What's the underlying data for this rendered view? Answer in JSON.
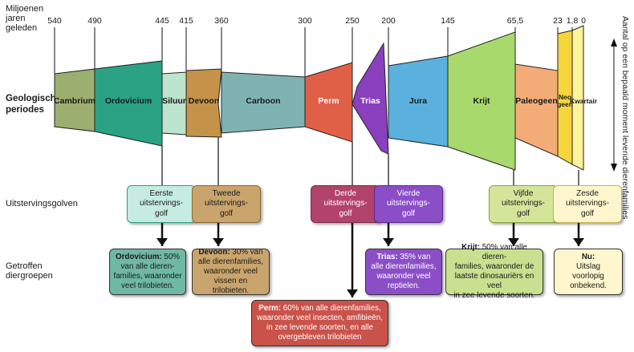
{
  "labels": {
    "time": "Miljoenen\njaren\ngeleden",
    "periods": "Geologische\nperiodes",
    "waves": "Uitstervingsgolven",
    "affected": "Getroffen\ndiergroepen",
    "side": "Aantal op een bepaald moment levende dierenfamilies"
  },
  "ticks": [
    "540",
    "490",
    "445",
    "415",
    "360",
    "300",
    "250",
    "200",
    "145",
    "65,5",
    "23",
    "1,8",
    "0"
  ],
  "periods": [
    {
      "name": "Cambrium",
      "color": "#9caf6e"
    },
    {
      "name": "Ordovicium",
      "color": "#2aa283"
    },
    {
      "name": "Siluur",
      "color": "#bde4cd"
    },
    {
      "name": "Devoon",
      "color": "#c49349"
    },
    {
      "name": "Carboon",
      "color": "#7fb3b3"
    },
    {
      "name": "Perm",
      "color": "#e06047"
    },
    {
      "name": "Trias",
      "color": "#8a3fbe"
    },
    {
      "name": "Jura",
      "color": "#5bb1de"
    },
    {
      "name": "Krijt",
      "color": "#a8d96d"
    },
    {
      "name": "Paleogeen",
      "color": "#f3ac78"
    },
    {
      "name": "Neo geen",
      "color": "#f5d63d"
    },
    {
      "name": "Kwartair",
      "color": "#fdf39c"
    }
  ],
  "waves": [
    {
      "text": "Eerste\nuitstervings-\ngolf",
      "bg": "#c6ece1",
      "border": "#2aa283"
    },
    {
      "text": "Tweede\nuitstervings-\ngolf",
      "bg": "#c9a46d",
      "border": "#8b6a33"
    },
    {
      "text": "Derde\nuitstervings-\ngolf",
      "bg": "#b2436b",
      "border": "#7a2a48",
      "color": "#ffffff"
    },
    {
      "text": "Vierde\nuitstervings-\ngolf",
      "bg": "#8b4ec7",
      "border": "#5b2a8c",
      "color": "#ffffff"
    },
    {
      "text": "Vijfde\nuitstervings-\ngolf",
      "bg": "#d4e59a",
      "border": "#86a63b"
    },
    {
      "text": "Zesde\nuitstervings-\ngolf",
      "bg": "#fff6cd",
      "border": "#c9b54a"
    }
  ],
  "affected": [
    {
      "title": "Ordovicium:",
      "text": " 50%\nvan alle dieren-\nfamilies, waaronder\nveel trilobieten.",
      "bg": "#6fb8a4"
    },
    {
      "title": "Devoon:",
      "text": " 30% van\nalle dierenfamilies,\nwaaronder veel\nvissen en trilobieten.",
      "bg": "#c9a46d"
    },
    {
      "title": "Perm:",
      "text": " 60% van alle dierenfamilies,\nwaaronder veel insecten, amfibieën,\nin zee levende soorten, en alle\novergebleven trilobieten",
      "bg": "#c9524a",
      "color": "#ffffff"
    },
    {
      "title": "Trias:",
      "text": " 35% van\nalle dierenfamilies,\nwaaronder veel\nreptielen.",
      "bg": "#8b4ec7",
      "color": "#ffffff"
    },
    {
      "title": "Krijt:",
      "text": " 50% van alle dieren-\nfamilies, waaronder de\nlaatste dinosauriërs en veel\nin zee levende soorten.",
      "bg": "#c9e08f"
    },
    {
      "title": "Nu:",
      "text": "\nUitslag\nvoorlopig\nonbekend.",
      "bg": "#fff6cd"
    }
  ]
}
